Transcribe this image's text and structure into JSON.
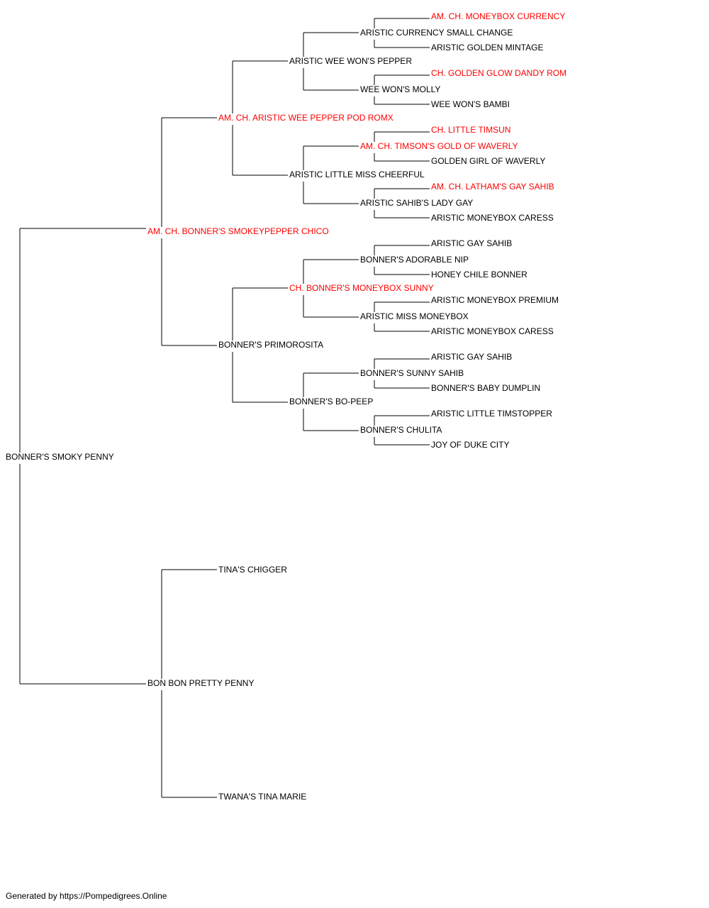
{
  "colors": {
    "champion": "#ff0000",
    "normal": "#000000",
    "line": "#000000"
  },
  "pedigree": {
    "name": "BONNER'S SMOKY PENNY",
    "champion": false,
    "sire": {
      "name": "AM. CH. BONNER'S SMOKEYPEPPER CHICO",
      "champion": true,
      "sire": {
        "name": "AM. CH. ARISTIC WEE PEPPER POD ROMX",
        "champion": true,
        "sire": {
          "name": "ARISTIC WEE WON'S PEPPER",
          "champion": false,
          "sire": {
            "name": "ARISTIC CURRENCY SMALL CHANGE",
            "champion": false,
            "sire": {
              "name": "AM. CH. MONEYBOX CURRENCY",
              "champion": true
            },
            "dam": {
              "name": "ARISTIC GOLDEN MINTAGE",
              "champion": false
            }
          },
          "dam": {
            "name": "WEE WON'S MOLLY",
            "champion": false,
            "sire": {
              "name": "CH. GOLDEN GLOW DANDY ROM",
              "champion": true
            },
            "dam": {
              "name": "WEE WON'S BAMBI",
              "champion": false
            }
          }
        },
        "dam": {
          "name": "ARISTIC LITTLE MISS CHEERFUL",
          "champion": false,
          "sire": {
            "name": "AM. CH. TIMSON'S GOLD OF WAVERLY",
            "champion": true,
            "sire": {
              "name": "CH. LITTLE TIMSUN",
              "champion": true
            },
            "dam": {
              "name": "GOLDEN GIRL OF WAVERLY",
              "champion": false
            }
          },
          "dam": {
            "name": "ARISTIC SAHIB'S LADY GAY",
            "champion": false,
            "sire": {
              "name": "AM. CH. LATHAM'S GAY SAHIB",
              "champion": true
            },
            "dam": {
              "name": "ARISTIC MONEYBOX CARESS",
              "champion": false
            }
          }
        }
      },
      "dam": {
        "name": "BONNER'S PRIMOROSITA",
        "champion": false,
        "sire": {
          "name": "CH. BONNER'S MONEYBOX SUNNY",
          "champion": true,
          "sire": {
            "name": "BONNER'S ADORABLE NIP",
            "champion": false,
            "sire": {
              "name": "ARISTIC GAY SAHIB",
              "champion": false
            },
            "dam": {
              "name": "HONEY CHILE BONNER",
              "champion": false
            }
          },
          "dam": {
            "name": "ARISTIC MISS MONEYBOX",
            "champion": false,
            "sire": {
              "name": "ARISTIC MONEYBOX PREMIUM",
              "champion": false
            },
            "dam": {
              "name": "ARISTIC MONEYBOX CARESS",
              "champion": false
            }
          }
        },
        "dam": {
          "name": "BONNER'S BO-PEEP",
          "champion": false,
          "sire": {
            "name": "BONNER'S SUNNY SAHIB",
            "champion": false,
            "sire": {
              "name": "ARISTIC GAY SAHIB",
              "champion": false
            },
            "dam": {
              "name": "BONNER'S BABY DUMPLIN",
              "champion": false
            }
          },
          "dam": {
            "name": "BONNER'S CHULITA",
            "champion": false,
            "sire": {
              "name": "ARISTIC LITTLE TIMSTOPPER",
              "champion": false
            },
            "dam": {
              "name": "JOY OF DUKE CITY",
              "champion": false
            }
          }
        }
      }
    },
    "dam": {
      "name": "BON BON PRETTY PENNY",
      "champion": false,
      "sire": {
        "name": "TINA'S CHIGGER",
        "champion": false
      },
      "dam": {
        "name": "TWANA'S TINA MARIE",
        "champion": false
      }
    }
  },
  "footer": {
    "text": "Generated by https://Pompedigrees.Online"
  }
}
